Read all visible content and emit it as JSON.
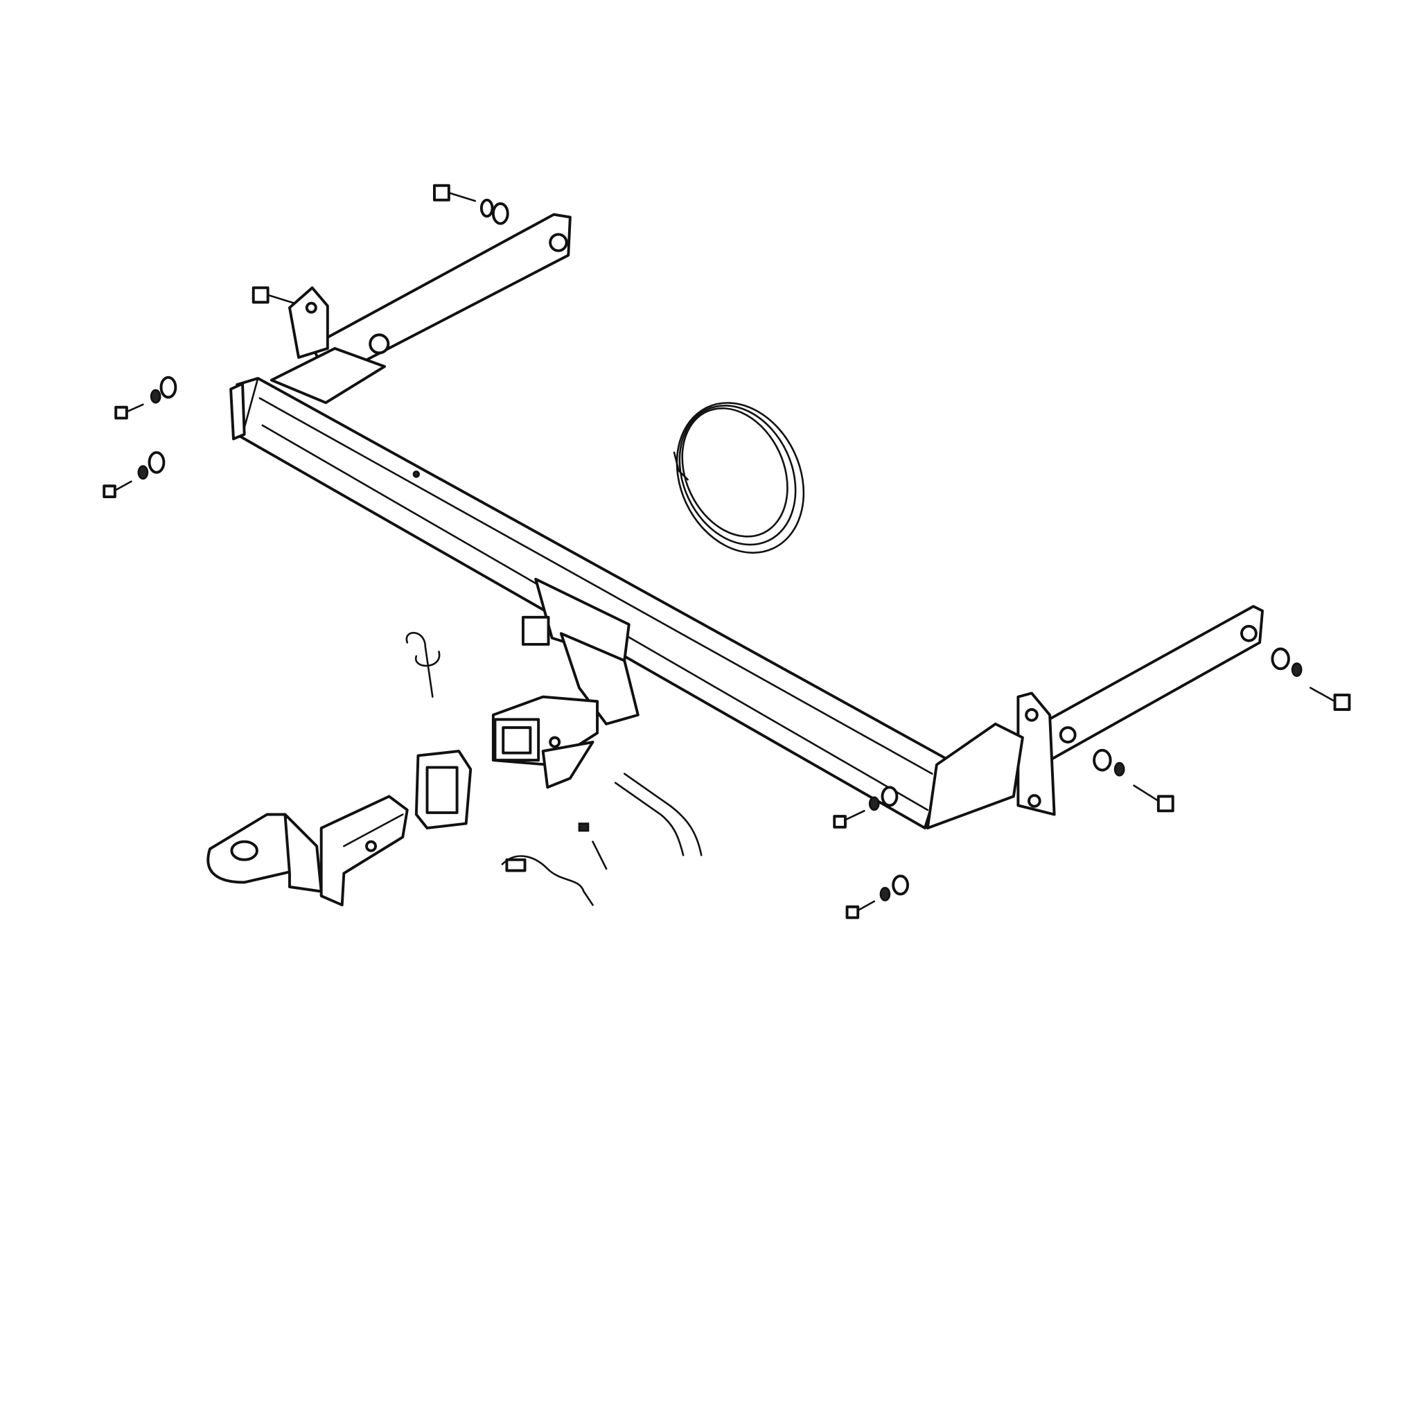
{
  "diagram": {
    "kind": "exploded tow hitch assembly",
    "parts": [
      "crossbar",
      "left-side-arm",
      "right-side-arm",
      "receiver-tube",
      "ball-mount",
      "receiver-cover",
      "hitch-pin-clip",
      "wiring-coil",
      "hitch-pin",
      "wiring-harness",
      "bolts-washers"
    ],
    "line_color": "#111111",
    "background": "#ffffff"
  }
}
